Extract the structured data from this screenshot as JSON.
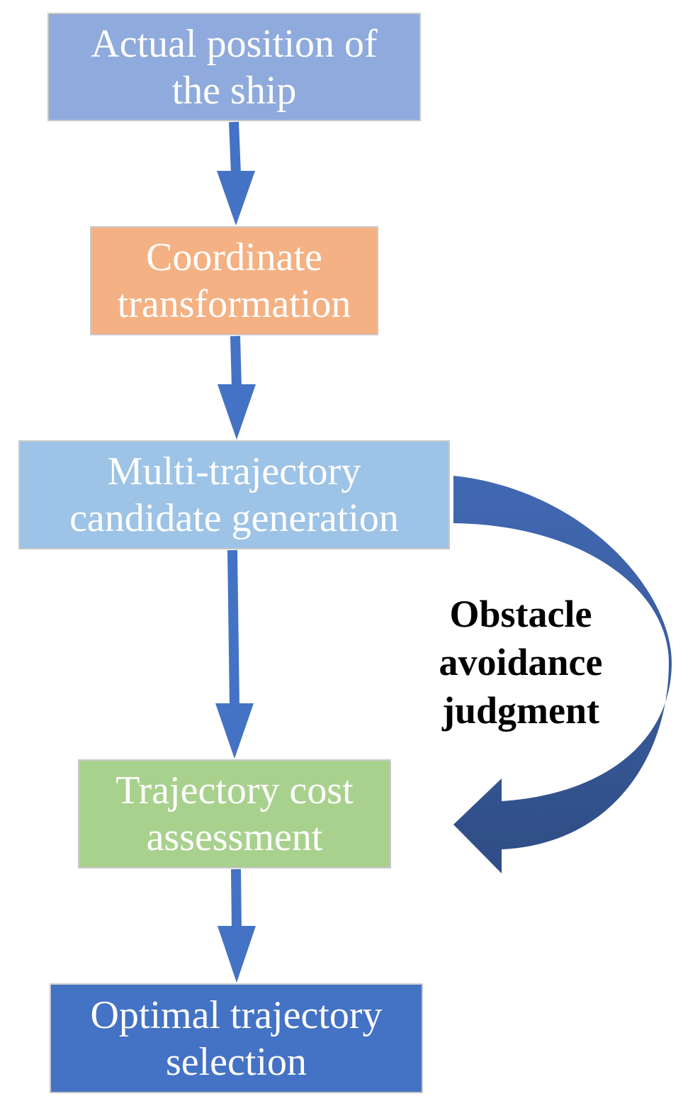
{
  "steps": [
    {
      "label": "Actual position of\nthe ship",
      "color": "#8faadc"
    },
    {
      "label": "Coordinate\ntransformation",
      "color": "#f4b183"
    },
    {
      "label": "Multi-trajectory\ncandidate generation",
      "color": "#9dc3e6"
    },
    {
      "label": "Trajectory cost\nassessment",
      "color": "#a9d18e"
    },
    {
      "label": "Optimal trajectory\nselection",
      "color": "#4472c4"
    }
  ],
  "loop_label": {
    "line1": "Obstacle",
    "line2": "avoidance",
    "line3": "judgment"
  },
  "colors": {
    "arrow": "#4472c4",
    "curved_arrow_top": "#4169b3",
    "curved_arrow_bottom": "#2f4d85"
  }
}
